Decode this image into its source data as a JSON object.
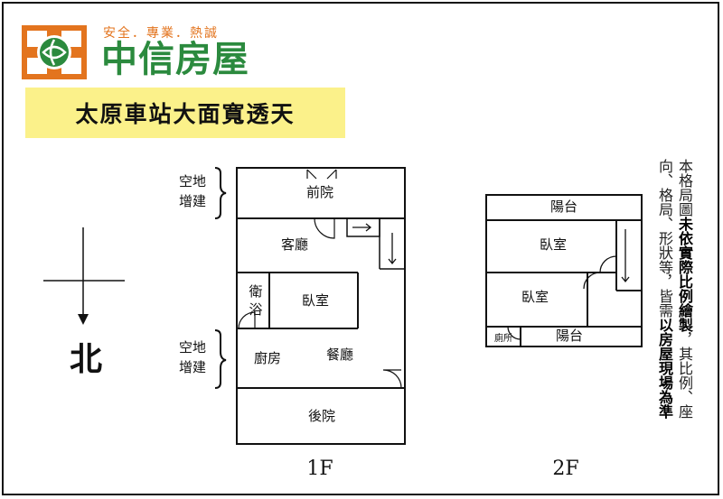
{
  "brand": {
    "slogan": "安全．專業．熱誠",
    "name": "中信房屋",
    "colors": {
      "orange": "#e3741e",
      "green": "#2b8a3e"
    }
  },
  "title": "太原車站大面寬透天",
  "compass": {
    "label": "北"
  },
  "floor1": {
    "label": "1F",
    "rooms": {
      "front_yard": "前院",
      "living": "客廳",
      "bath": "衛浴",
      "bedroom": "臥室",
      "kitchen": "廚房",
      "dining": "餐廳",
      "back_yard": "後院"
    },
    "annotations": {
      "top": [
        "空地",
        "增建"
      ],
      "bottom": [
        "空地",
        "增建"
      ]
    }
  },
  "floor2": {
    "label": "2F",
    "rooms": {
      "balcony_top": "陽台",
      "bedroom1": "臥室",
      "bedroom2": "臥室",
      "toilet": "廁所",
      "balcony_bottom": "陽台"
    }
  },
  "disclaimer": {
    "col1_normal": "本格局圖",
    "col1_bold": "未依實際比例繪製",
    "col1_tail": "，其比例、座",
    "col2_head": "向、格局、形狀等，皆需",
    "col2_bold": "以房屋現場為準"
  }
}
